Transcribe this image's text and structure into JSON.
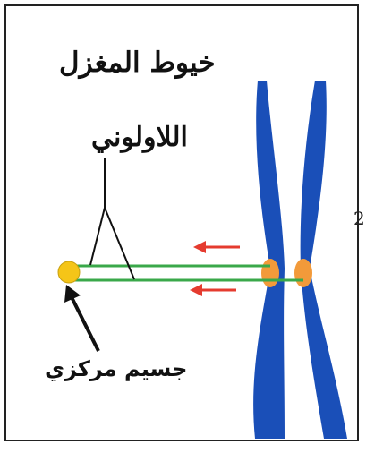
{
  "labels": {
    "spindle_line1": "خيوط المغزل",
    "spindle_line2": "اللاولوني",
    "centrosome": "جسيم مركزي",
    "cut_digit": "2"
  },
  "colors": {
    "chromatid": "#1a4fb8",
    "centromere": "#f29a3a",
    "centrosome": "#f5c518",
    "spindle_fiber": "#3aa84a",
    "force_arrow": "#e53b2f",
    "outline": "#111111"
  }
}
